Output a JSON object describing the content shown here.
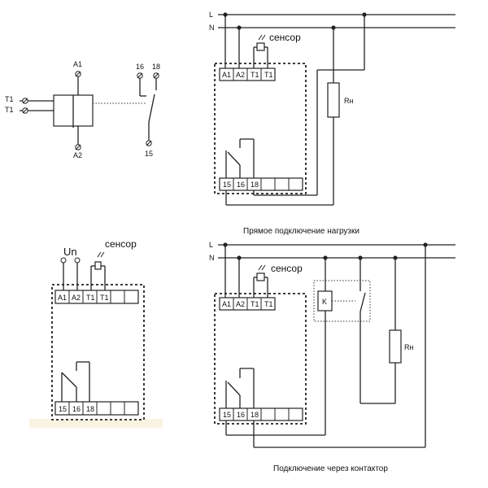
{
  "schematic": {
    "t1_top": "T1",
    "t1_bottom": "T1",
    "a1": "A1",
    "a2": "A2",
    "c16": "16",
    "c18": "18",
    "c15": "15"
  },
  "bottom_left": {
    "un_label": "Un",
    "sensor_label": "сенсор",
    "terminals_top": [
      "A1",
      "A2",
      "T1",
      "T1",
      "",
      ""
    ],
    "terminals_bottom": [
      "15",
      "16",
      "18",
      "",
      "",
      ""
    ]
  },
  "direct": {
    "line_l": "L",
    "line_n": "N",
    "sensor_label": "сенсор",
    "terminals_top": [
      "A1",
      "A2",
      "T1",
      "T1"
    ],
    "terminals_bottom": [
      "15",
      "16",
      "18",
      "",
      "",
      ""
    ],
    "load_label": "Rн",
    "caption": "Прямое подключение нагрузки"
  },
  "contactor": {
    "line_l": "L",
    "line_n": "N",
    "sensor_label": "сенсор",
    "terminals_top": [
      "A1",
      "A2",
      "T1",
      "T1"
    ],
    "terminals_bottom": [
      "15",
      "16",
      "18",
      "",
      "",
      ""
    ],
    "contactor_label": "K",
    "load_label": "Rн",
    "caption": "Подключение через контактор"
  }
}
